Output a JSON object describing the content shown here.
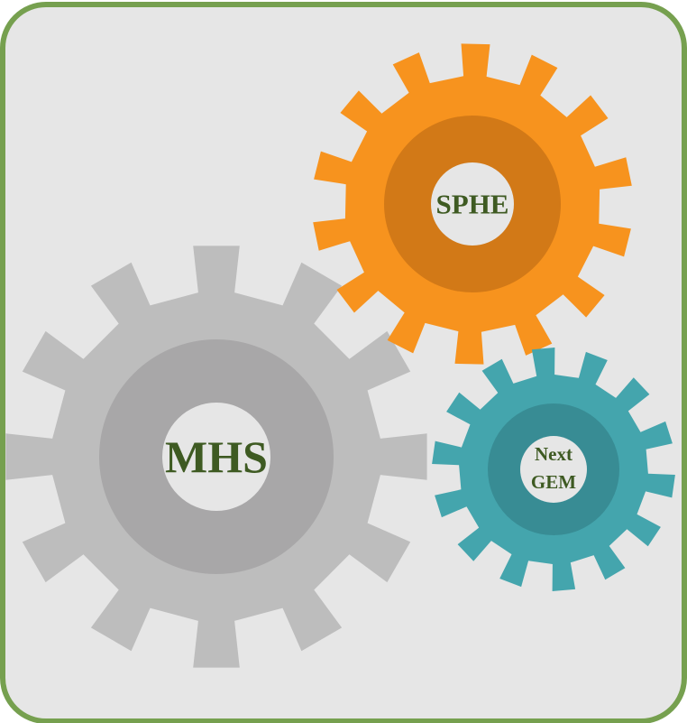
{
  "colors": {
    "panel_background": "#e6e6e6",
    "panel_border": "#76a04f",
    "label_text": "#3e5a22",
    "hub": "#e6e6e6"
  },
  "gears": {
    "mhs": {
      "label": "MHS",
      "icon": "gear-icon",
      "teeth": 12,
      "outer_color": "#bdbdbd",
      "inner_color": "#a8a7a8"
    },
    "sphe": {
      "label": "SPHE",
      "icon": "gear-icon",
      "teeth": 14,
      "outer_color": "#f7931e",
      "inner_color": "#d27917"
    },
    "nextgem": {
      "label_line1": "Next",
      "label_line2": "GEM",
      "icon": "gear-icon",
      "teeth": 14,
      "outer_color": "#44a5ad",
      "inner_color": "#388c94"
    }
  }
}
